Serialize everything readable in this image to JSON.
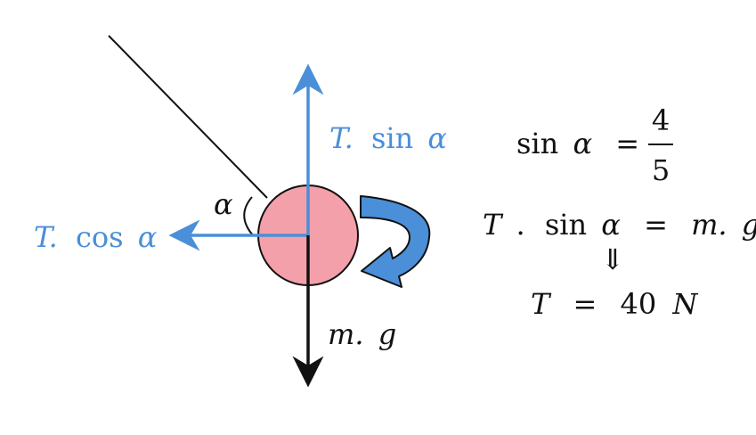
{
  "colors": {
    "force_blue": "#4a8fd8",
    "mass_pink": "#f4a0aa",
    "rotation_fill": "#4a8fd8",
    "ink": "#111111"
  },
  "labels": {
    "t_sin_italic": "T.",
    "t_sin_func": "sin",
    "t_sin_angle": "α",
    "t_cos_italic": "T.",
    "t_cos_func": "cos",
    "t_cos_angle": "α",
    "angle": "α",
    "weight_m": "m.",
    "weight_g": "g"
  },
  "equations": {
    "line1_func": "sin",
    "line1_angle": "α",
    "line1_eq": "=",
    "line1_num": "4",
    "line1_den": "5",
    "line2_t": "T",
    "line2_dot": ".",
    "line2_func": "sin",
    "line2_angle": "α",
    "line2_eq": "=",
    "line2_m": "m.",
    "line2_g": "g",
    "implies": "⇓",
    "line3_t": "T",
    "line3_eq": "=",
    "line3_value": "40",
    "line3_unit": "N"
  },
  "icons": {
    "rotation": "curved-arrow-icon"
  }
}
